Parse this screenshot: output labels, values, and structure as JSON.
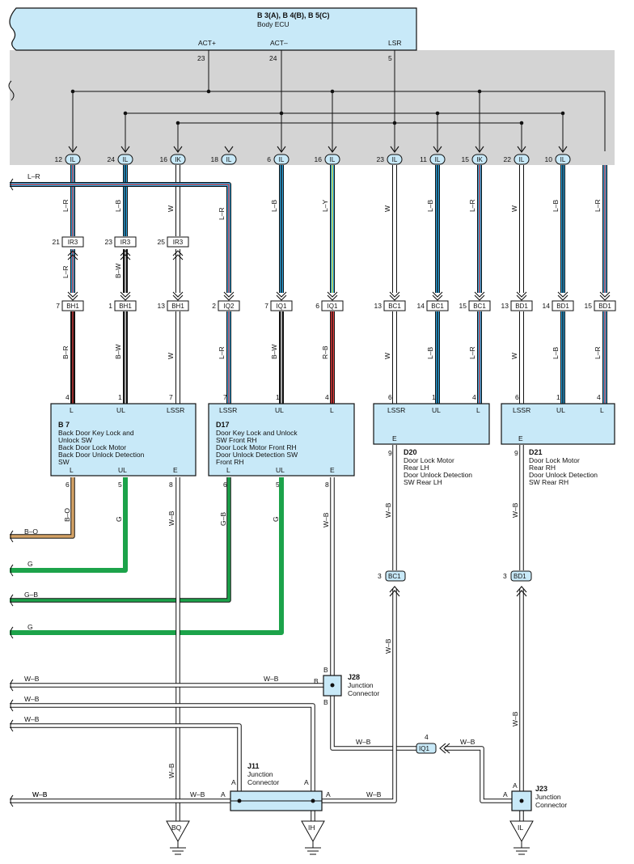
{
  "ecu": {
    "title": "B 3(A), B 4(B), B 5(C)",
    "name": "Body ECU",
    "terminals": [
      {
        "label": "ACT+",
        "pin": "23"
      },
      {
        "label": "ACT–",
        "pin": "24"
      },
      {
        "label": "LSR",
        "pin": "5"
      }
    ]
  },
  "ecu_pins": [
    {
      "pin": "12",
      "conn": "IL"
    },
    {
      "pin": "24",
      "conn": "IL"
    },
    {
      "pin": "16",
      "conn": "IK"
    },
    {
      "pin": "18",
      "conn": "IL"
    },
    {
      "pin": "6",
      "conn": "IL"
    },
    {
      "pin": "16",
      "conn": "IL"
    },
    {
      "pin": "23",
      "conn": "IL"
    },
    {
      "pin": "11",
      "conn": "IL"
    },
    {
      "pin": "15",
      "conn": "IK"
    },
    {
      "pin": "22",
      "conn": "IL"
    },
    {
      "pin": "10",
      "conn": "IL"
    }
  ],
  "wire_colors_upper": [
    "L–R",
    "L–B",
    "W",
    "L–R",
    "L–B",
    "L–Y",
    "W",
    "L–B",
    "L–R",
    "W",
    "L–B",
    "L–R"
  ],
  "in_line_1": [
    {
      "pin": "21",
      "conn": "IR3"
    },
    {
      "pin": "23",
      "conn": "IR3"
    },
    {
      "pin": "25",
      "conn": "IR3"
    }
  ],
  "mid_wire_colors": [
    "L–R",
    "B–W"
  ],
  "in_line_2": [
    {
      "pin": "7",
      "conn": "BH1"
    },
    {
      "pin": "1",
      "conn": "BH1"
    },
    {
      "pin": "13",
      "conn": "BH1"
    },
    {
      "pin": "2",
      "conn": "IQ2"
    },
    {
      "pin": "7",
      "conn": "IQ1"
    },
    {
      "pin": "6",
      "conn": "IQ1"
    },
    {
      "pin": "13",
      "conn": "BC1"
    },
    {
      "pin": "14",
      "conn": "BC1"
    },
    {
      "pin": "15",
      "conn": "BC1"
    },
    {
      "pin": "13",
      "conn": "BD1"
    },
    {
      "pin": "14",
      "conn": "BD1"
    },
    {
      "pin": "15",
      "conn": "BD1"
    }
  ],
  "wire_colors_lower": [
    "B–R",
    "B–W",
    "W",
    "L–R",
    "B–W",
    "R–B",
    "W",
    "L–B",
    "L–R",
    "W",
    "L–B",
    "L–R"
  ],
  "top_bus_label": "L–R",
  "components": {
    "b7": {
      "id": "B 7",
      "desc": [
        "Back Door Key Lock and",
        "Unlock SW",
        "Back Door Lock Motor",
        "Back Door Unlock Detection",
        "SW"
      ],
      "top_pins": [
        {
          "pin": "4",
          "label": "L"
        },
        {
          "pin": "1",
          "label": "UL"
        },
        {
          "pin": "7",
          "label": "LSSR"
        }
      ],
      "bottom_pins": [
        {
          "pin": "6",
          "label": "L"
        },
        {
          "pin": "5",
          "label": "UL"
        },
        {
          "pin": "8",
          "label": "E"
        }
      ]
    },
    "d17": {
      "id": "D17",
      "desc": [
        "Door Key Lock and Unlock",
        "SW Front RH",
        "Door Lock Motor Front RH",
        "Door Unlock Detection SW",
        "Front RH"
      ],
      "top_pins": [
        {
          "pin": "7",
          "label": "LSSR"
        },
        {
          "pin": "1",
          "label": "UL"
        },
        {
          "pin": "4",
          "label": "L"
        }
      ],
      "bottom_pins": [
        {
          "pin": "6",
          "label": "L"
        },
        {
          "pin": "5",
          "label": "UL"
        },
        {
          "pin": "8",
          "label": "E"
        }
      ]
    },
    "d20": {
      "id": "D20",
      "desc": [
        "Door Lock Motor",
        "Rear LH",
        "Door Unlock Detection",
        "SW Rear LH"
      ],
      "top_pins": [
        {
          "pin": "6",
          "label": "LSSR"
        },
        {
          "pin": "1",
          "label": "UL"
        },
        {
          "pin": "4",
          "label": "L"
        }
      ],
      "bottom_pin": {
        "pin": "9",
        "label": "E"
      }
    },
    "d21": {
      "id": "D21",
      "desc": [
        "Door Lock Motor",
        "Rear RH",
        "Door Unlock Detection",
        "SW Rear RH"
      ],
      "top_pins": [
        {
          "pin": "6",
          "label": "LSSR"
        },
        {
          "pin": "1",
          "label": "UL"
        },
        {
          "pin": "4",
          "label": "L"
        }
      ],
      "bottom_pin": {
        "pin": "9",
        "label": "E"
      }
    }
  },
  "lower_wire_colors": {
    "b7": [
      "B–O",
      "G",
      "W–B"
    ],
    "d17": [
      "G–B",
      "G",
      "W–B"
    ],
    "d20_ground": "W–B",
    "d21_ground": "W–B",
    "d20_below_bc1": "W–B",
    "d21_below_bd1": "W–B"
  },
  "left_bus_labels": [
    "B–O",
    "G",
    "G–B",
    "G",
    "W–B",
    "W–B",
    "W–B",
    "W–B"
  ],
  "connectors_low": {
    "bc1_3": {
      "pin": "3",
      "conn": "BC1"
    },
    "bd1_3": {
      "pin": "3",
      "conn": "BD1"
    },
    "iq1_4": {
      "pin": "4",
      "conn": "IQ1"
    }
  },
  "junctions": {
    "j28": {
      "id": "J28",
      "name": [
        "Junction",
        "Connector"
      ],
      "pin_label": "B"
    },
    "j11": {
      "id": "J11",
      "name": [
        "Junction",
        "Connector"
      ],
      "pin_label": "A"
    },
    "j23": {
      "id": "J23",
      "name": [
        "Junction",
        "Connector"
      ],
      "pin_label": "A"
    }
  },
  "bottom_wire_labels": {
    "j28_in": "W–B",
    "j28_out": "W–B",
    "iq1_right": "W–B",
    "j11_left": "W–B",
    "j11_right": "W–B",
    "j11_far_left": "W–B",
    "ground_bq_wire": "W–B"
  },
  "grounds": [
    "BQ",
    "IH",
    "IL"
  ],
  "colors": {
    "panel": "#d4d4d4",
    "box": "#c8e9f8",
    "L": "#2a9fd8",
    "R": "#e23a3a",
    "Y": "#f2ec3a",
    "G": "#1ca34a",
    "O": "#d4a265",
    "W": "#ffffff",
    "B": "#111111"
  }
}
